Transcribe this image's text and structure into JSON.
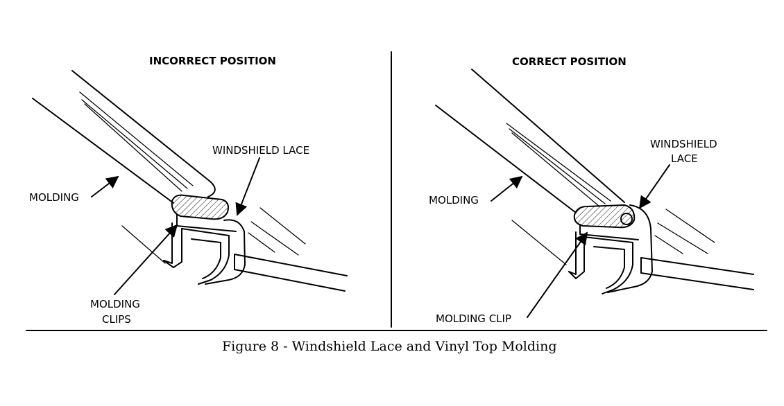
{
  "figure": {
    "caption": "Figure 8 - Windshield Lace and Vinyl Top Molding",
    "panels": [
      {
        "title": "INCORRECT POSITION",
        "labels": {
          "windshield_lace": "WINDSHIELD LACE",
          "molding": "MOLDING",
          "molding_clips_line1": "MOLDING",
          "molding_clips_line2": "CLIPS"
        }
      },
      {
        "title": "CORRECT POSITION",
        "labels": {
          "windshield_lace_line1": "WINDSHIELD",
          "windshield_lace_line2": "LACE",
          "molding": "MOLDING",
          "molding_clip": "MOLDING CLIP"
        }
      }
    ]
  }
}
